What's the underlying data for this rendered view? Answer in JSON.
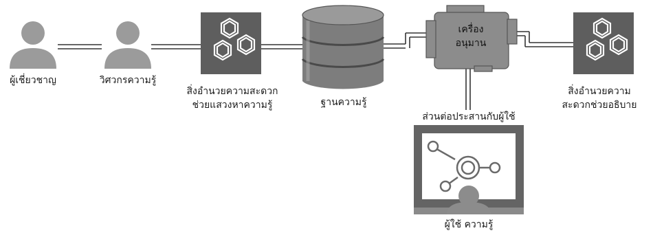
{
  "nodes": {
    "expert": {
      "label": "ผู้เชี่ยวชาญ"
    },
    "knowledge_engineer": {
      "label": "วิศวกรความรู้"
    },
    "acquisition_facility": {
      "label_line1": "สิ่งอำนวยความสะดวก",
      "label_line2": "ช่วยแสวงหาความรู้"
    },
    "knowledge_base": {
      "label": "ฐานความรู้"
    },
    "inference_engine": {
      "label_line1": "เครื่อง",
      "label_line2": "อนุมาน"
    },
    "explanation_facility": {
      "label_line1": "สิ่งอำนวยความ",
      "label_line2": "สะดวกช่วยอธิบาย"
    },
    "user_interface": {
      "label": "ส่วนต่อประสานกับผู้ใช้"
    },
    "knowledge_user": {
      "label": "ผู้ใช้ ความรู้"
    }
  },
  "colors": {
    "person": "#9b9b9b",
    "dark_box": "#5e5e5e",
    "database": "#7d7d7d",
    "engine": "#8c8c8c",
    "monitor": "#646464",
    "line": "#333333"
  }
}
